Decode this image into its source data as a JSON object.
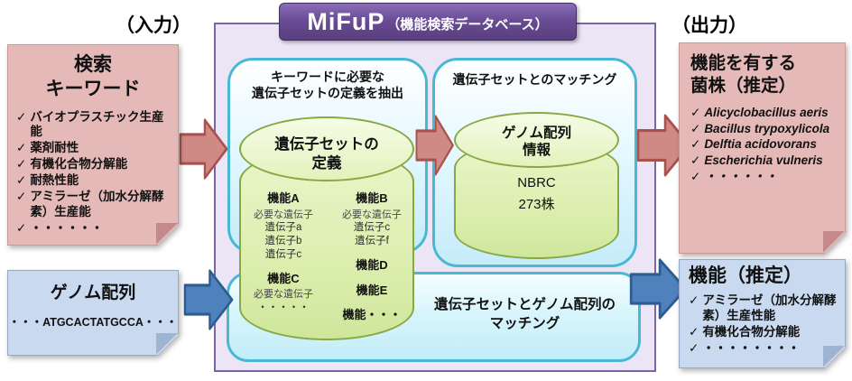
{
  "labels": {
    "input": "（入力）",
    "output": "（出力）"
  },
  "glyphs": {
    "check": "✓"
  },
  "header": {
    "title": "MiFuP",
    "subtitle": "（機能検索データベース）"
  },
  "input_keyword_note": {
    "title": "検索\nキーワード",
    "items": [
      "バイオプラスチック生産能",
      "薬剤耐性",
      "有機化合物分解能",
      "耐熱性能",
      "アミラーゼ（加水分解酵素）生産能",
      "・・・・・・"
    ]
  },
  "genome_note": {
    "title": "ゲノム配列",
    "sequence": "・・・ATGCACTATGCCA・・・"
  },
  "mifup": {
    "extract_box_title": "キーワードに必要な\n遺伝子セットの定義を抽出",
    "matching_box_title": "遺伝子セットとのマッチング",
    "bottom_bar_title": "遺伝子セットとゲノム配列の\nマッチング",
    "gene_set_cylinder": {
      "title": "遺伝子セットの\n定義",
      "col1": [
        {
          "text": "機能A",
          "kind": "func"
        },
        {
          "text": "必要な遺伝子",
          "kind": "glabel"
        },
        {
          "text": "遺伝子a",
          "kind": "gene"
        },
        {
          "text": "遺伝子b",
          "kind": "gene"
        },
        {
          "text": "遺伝子c",
          "kind": "gene"
        },
        {
          "text": "機能C",
          "kind": "func"
        },
        {
          "text": "必要な遺伝子",
          "kind": "glabel"
        },
        {
          "text": "・・・・・",
          "kind": "gene"
        }
      ],
      "col2": [
        {
          "text": "機能B",
          "kind": "func"
        },
        {
          "text": "必要な遺伝子",
          "kind": "glabel"
        },
        {
          "text": "遺伝子c",
          "kind": "gene"
        },
        {
          "text": "遺伝子f",
          "kind": "gene"
        },
        {
          "text": "機能D",
          "kind": "func"
        },
        {
          "text": "機能E",
          "kind": "func"
        },
        {
          "text": "機能・・・",
          "kind": "func"
        }
      ]
    },
    "genome_cylinder": {
      "title": "ゲノム配列\n情報",
      "subtitle": "NBRC\n273株"
    }
  },
  "strain_note": {
    "title": "機能を有する\n菌株（推定）",
    "items": [
      "Alicyclobacillus aeris",
      "Bacillus trypoxylicola",
      "Delftia acidovorans",
      "Escherichia vulneris",
      "・・・・・・"
    ]
  },
  "function_note": {
    "title": "機能（推定）",
    "items": [
      "アミラーゼ（加水分解酵素）生産性能",
      "有機化合物分解能",
      "・・・・・・・・"
    ]
  },
  "colors": {
    "container-bg": "#ece5f5",
    "container-border": "#7d64a5",
    "stage-border": "#49b8d4",
    "cyl-border": "#87a843",
    "pink-note": "#e4b9b8",
    "blue-note": "#c9daf0",
    "pink-arrow": "#d08a86",
    "pink-arrow-border": "#a8524e",
    "blue-arrow": "#4f81bd",
    "blue-arrow-border": "#2f5c8f"
  }
}
